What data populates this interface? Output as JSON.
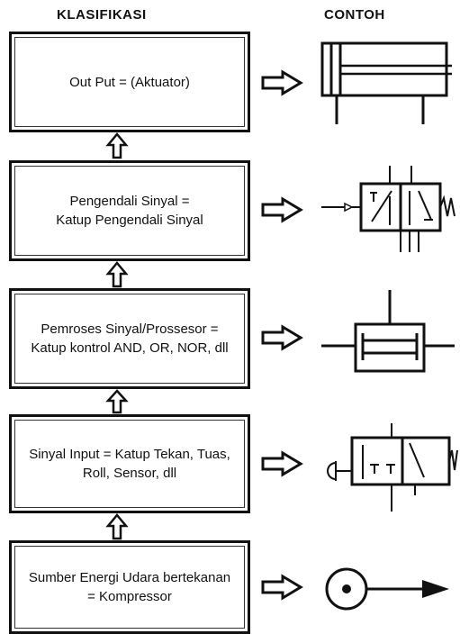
{
  "headers": {
    "classification": "KLASIFIKASI",
    "example": "CONTOH"
  },
  "levels": [
    {
      "text": "Out Put = (Aktuator)",
      "example_icon": "double-acting-cylinder-icon"
    },
    {
      "text": "Pengendali Sinyal =\nKatup Pengendali Sinyal",
      "example_icon": "directional-control-valve-icon"
    },
    {
      "text": "Pemroses Sinyal/Prossesor =\nKatup kontrol AND, OR, NOR, dll",
      "example_icon": "shuttle-valve-icon"
    },
    {
      "text": "Sinyal Input = Katup Tekan, Tuas,\nRoll, Sensor, dll",
      "example_icon": "roller-valve-icon"
    },
    {
      "text": "Sumber Energi Udara bertekanan\n= Kompressor",
      "example_icon": "compressor-icon"
    }
  ]
}
